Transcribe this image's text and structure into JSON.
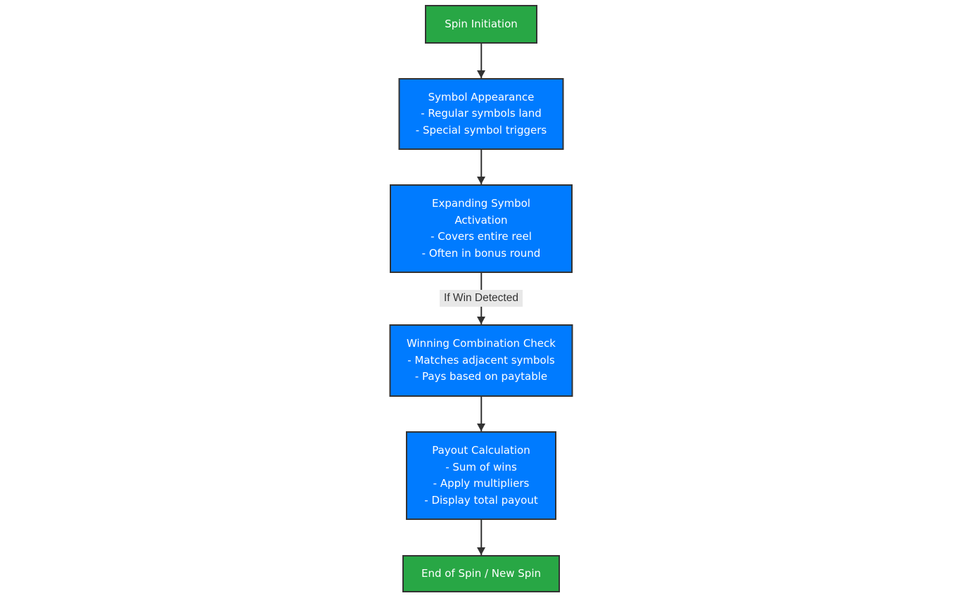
{
  "diagram": {
    "type": "flowchart",
    "direction": "top-down",
    "colors": {
      "start_end_fill": "#28a745",
      "process_fill": "#007bff",
      "node_text": "#ffffff",
      "node_border": "#333333",
      "arrow": "#333333",
      "edge_label_bg": "#e8e8e8",
      "edge_label_text": "#333333",
      "background": "#ffffff"
    },
    "nodes": [
      {
        "id": "spin-initiation",
        "type": "start",
        "fill": "#28a745",
        "lines": [
          "Spin Initiation"
        ]
      },
      {
        "id": "symbol-appearance",
        "type": "process",
        "fill": "#007bff",
        "lines": [
          "Symbol Appearance",
          "- Regular symbols land",
          "- Special symbol triggers"
        ]
      },
      {
        "id": "expanding-symbol-activation",
        "type": "process",
        "fill": "#007bff",
        "lines": [
          "Expanding Symbol",
          "Activation",
          "- Covers entire reel",
          "- Often in bonus round"
        ]
      },
      {
        "id": "winning-combination-check",
        "type": "process",
        "fill": "#007bff",
        "lines": [
          "Winning Combination Check",
          "- Matches adjacent symbols",
          "- Pays based on paytable"
        ]
      },
      {
        "id": "payout-calculation",
        "type": "process",
        "fill": "#007bff",
        "lines": [
          "Payout Calculation",
          "- Sum of wins",
          "- Apply multipliers",
          "- Display total payout"
        ]
      },
      {
        "id": "end-of-spin-new-spin",
        "type": "end",
        "fill": "#28a745",
        "lines": [
          "End of Spin / New Spin"
        ]
      }
    ],
    "edges": [
      {
        "from": "spin-initiation",
        "to": "symbol-appearance",
        "label": ""
      },
      {
        "from": "symbol-appearance",
        "to": "expanding-symbol-activation",
        "label": ""
      },
      {
        "from": "expanding-symbol-activation",
        "to": "winning-combination-check",
        "label": "If Win Detected"
      },
      {
        "from": "winning-combination-check",
        "to": "payout-calculation",
        "label": ""
      },
      {
        "from": "payout-calculation",
        "to": "end-of-spin-new-spin",
        "label": ""
      }
    ]
  }
}
